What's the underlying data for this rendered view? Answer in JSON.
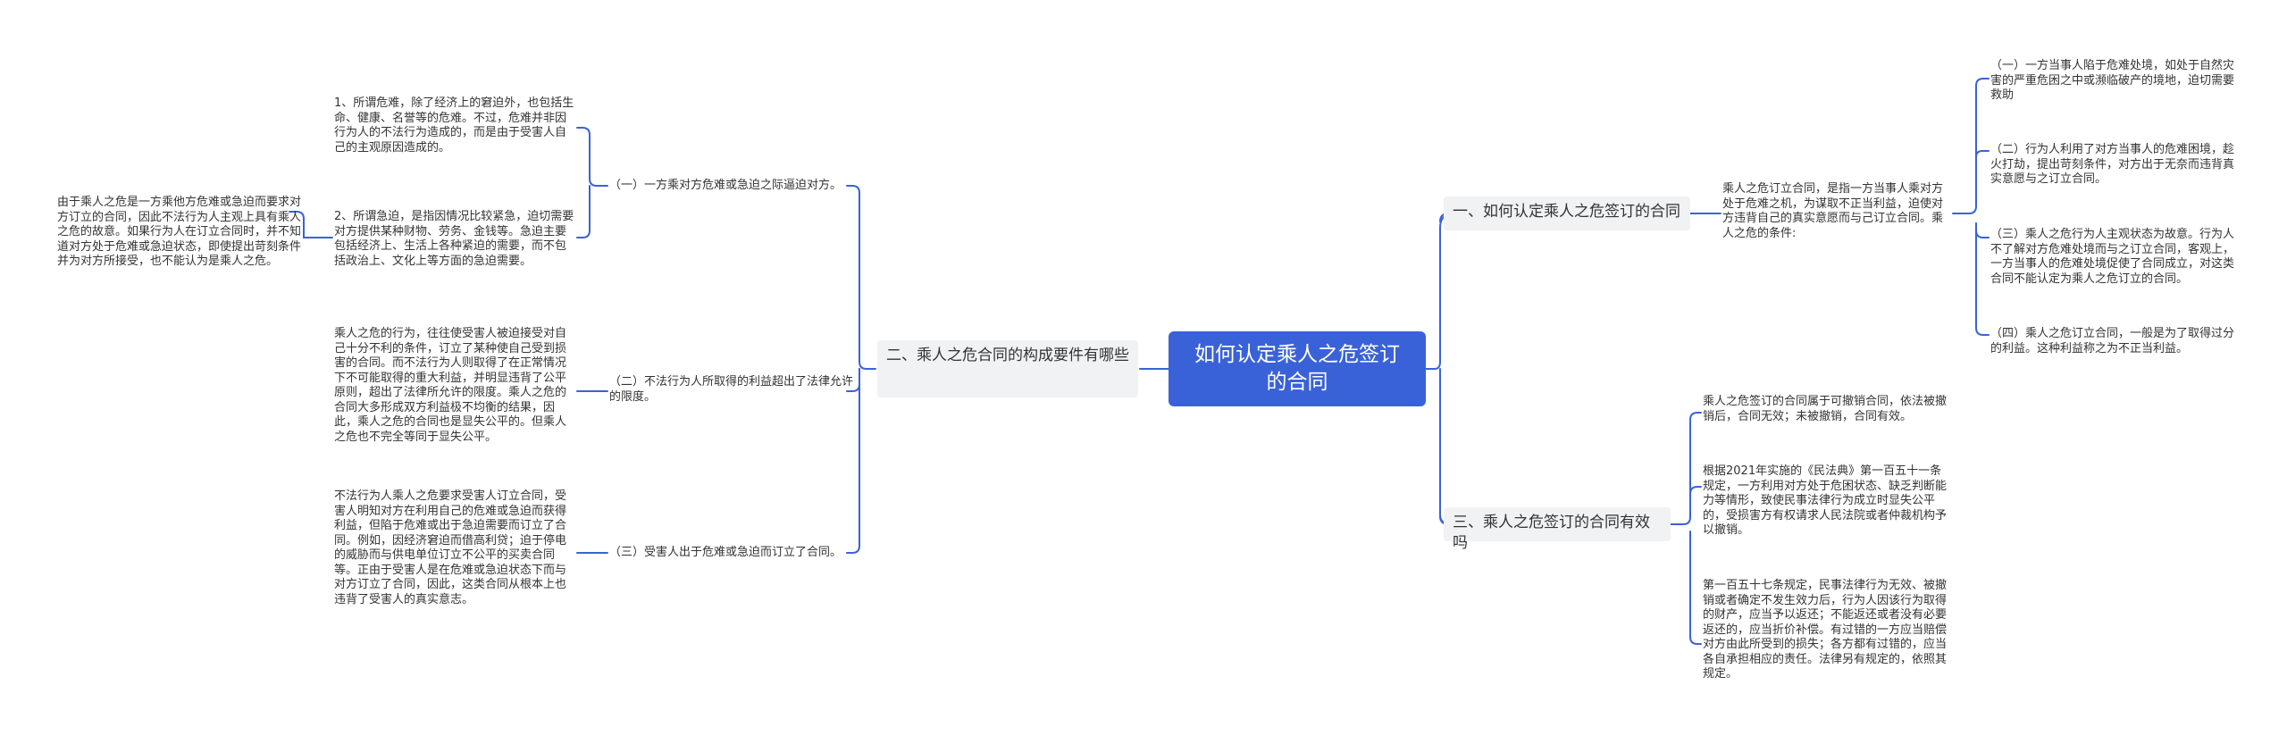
{
  "colors": {
    "root_fill": "#3a62d8",
    "branch_fill": "#f1f2f4",
    "line": "#3a62d8"
  },
  "root": {
    "title": "如何认定乘人之危签订的合同"
  },
  "branch1": {
    "title": "一、如何认定乘人之危签订的合同",
    "summary": "乘人之危订立合同，是指一方当事人乘对方处于危难之机，为谋取不正当利益，迫使对方违背自己的真实意愿而与己订立合同。乘人之危的条件:",
    "conditions": [
      "（一）一方当事人陷于危难处境，如处于自然灾害的严重危困之中或濒临破产的境地，迫切需要救助",
      "（二）行为人利用了对方当事人的危难困境，趁火打劫，提出苛刻条件，对方出于无奈而违背真实意愿与之订立合同。",
      "（三）乘人之危行为人主观状态为故意。行为人不了解对方危难处境而与之订立合同，客观上，一方当事人的危难处境促使了合同成立，对这类合同不能认定为乘人之危订立的合同。",
      "（四）乘人之危订立合同，一般是为了取得过分的利益。这种利益称之为不正当利益。"
    ]
  },
  "branch2": {
    "title": "二、乘人之危合同的构成要件有哪些",
    "items": [
      {
        "label": "（一）一方乘对方危难或急迫之际逼迫对方。",
        "details": [
          "1、所谓危难，除了经济上的窘迫外，也包括生命、健康、名誉等的危难。不过，危难并非因行为人的不法行为造成的，而是由于受害人自己的主观原因造成的。",
          "2、所谓急迫，是指因情况比较紧急，迫切需要对方提供某种财物、劳务、金钱等。急迫主要包括经济上、生活上各种紧迫的需要，而不包括政治上、文化上等方面的急迫需要。"
        ],
        "note": "由于乘人之危是一方乘他方危难或急迫而要求对方订立的合同，因此不法行为人主观上具有乘人之危的故意。如果行为人在订立合同时，并不知道对方处于危难或急迫状态，即使提出苛刻条件并为对方所接受，也不能认为是乘人之危。"
      },
      {
        "label": "（二）不法行为人所取得的利益超出了法律允许的限度。",
        "details": [
          "乘人之危的行为，往往使受害人被迫接受对自己十分不利的条件，订立了某种使自己受到损害的合同。而不法行为人则取得了在正常情况下不可能取得的重大利益，并明显违背了公平原则，超出了法律所允许的限度。乘人之危的合同大多形成双方利益极不均衡的结果，因此，乘人之危的合同也是显失公平的。但乘人之危也不完全等同于显失公平。"
        ]
      },
      {
        "label": "（三）受害人出于危难或急迫而订立了合同。",
        "details": [
          "不法行为人乘人之危要求受害人订立合同，受害人明知对方在利用自己的危难或急迫而获得利益，但陷于危难或出于急迫需要而订立了合同。例如，因经济窘迫而借高利贷；迫于停电的威胁而与供电单位订立不公平的买卖合同等。正由于受害人是在危难或急迫状态下而与对方订立了合同，因此，这类合同从根本上也违背了受害人的真实意志。"
        ]
      }
    ]
  },
  "branch3": {
    "title": "三、乘人之危签订的合同有效吗",
    "items": [
      "乘人之危签订的合同属于可撤销合同，依法被撤销后，合同无效；未被撤销，合同有效。",
      "根据2021年实施的《民法典》第一百五十一条规定，一方利用对方处于危困状态、缺乏判断能力等情形，致使民事法律行为成立时显失公平的，受损害方有权请求人民法院或者仲裁机构予以撤销。",
      "第一百五十七条规定，民事法律行为无效、被撤销或者确定不发生效力后，行为人因该行为取得的财产，应当予以返还；不能返还或者没有必要返还的，应当折价补偿。有过错的一方应当赔偿对方由此所受到的损失；各方都有过错的，应当各自承担相应的责任。法律另有规定的，依照其规定。"
    ]
  }
}
